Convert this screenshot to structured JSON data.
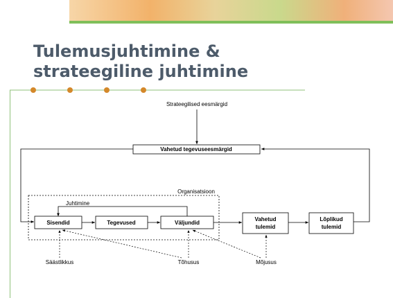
{
  "slide": {
    "title_line1": "Tulemusjuhtimine &",
    "title_line2": "strateegiline juhtimine"
  },
  "diagram": {
    "strategic_goals": "Strateegilised eesmärgid",
    "set_goals": "Vahetud tegevuseesmärgid",
    "organisation": "Organisatsioon",
    "management": "Juhtimine",
    "inputs": "Sisendid",
    "activities": "Tegevused",
    "outputs": "Väljundid",
    "intermediate_outcomes_1": "Vahetud",
    "intermediate_outcomes_2": "tulemid",
    "final_outcomes_1": "Lõplikud",
    "final_outcomes_2": "tulemid",
    "economy": "Säästlikkus",
    "efficiency": "Tõhusus",
    "effectiveness": "Mõjusus"
  },
  "colors": {
    "title": "#4d5b6a",
    "accent_line": "#8fc27a",
    "bullet": "#d4882a"
  }
}
